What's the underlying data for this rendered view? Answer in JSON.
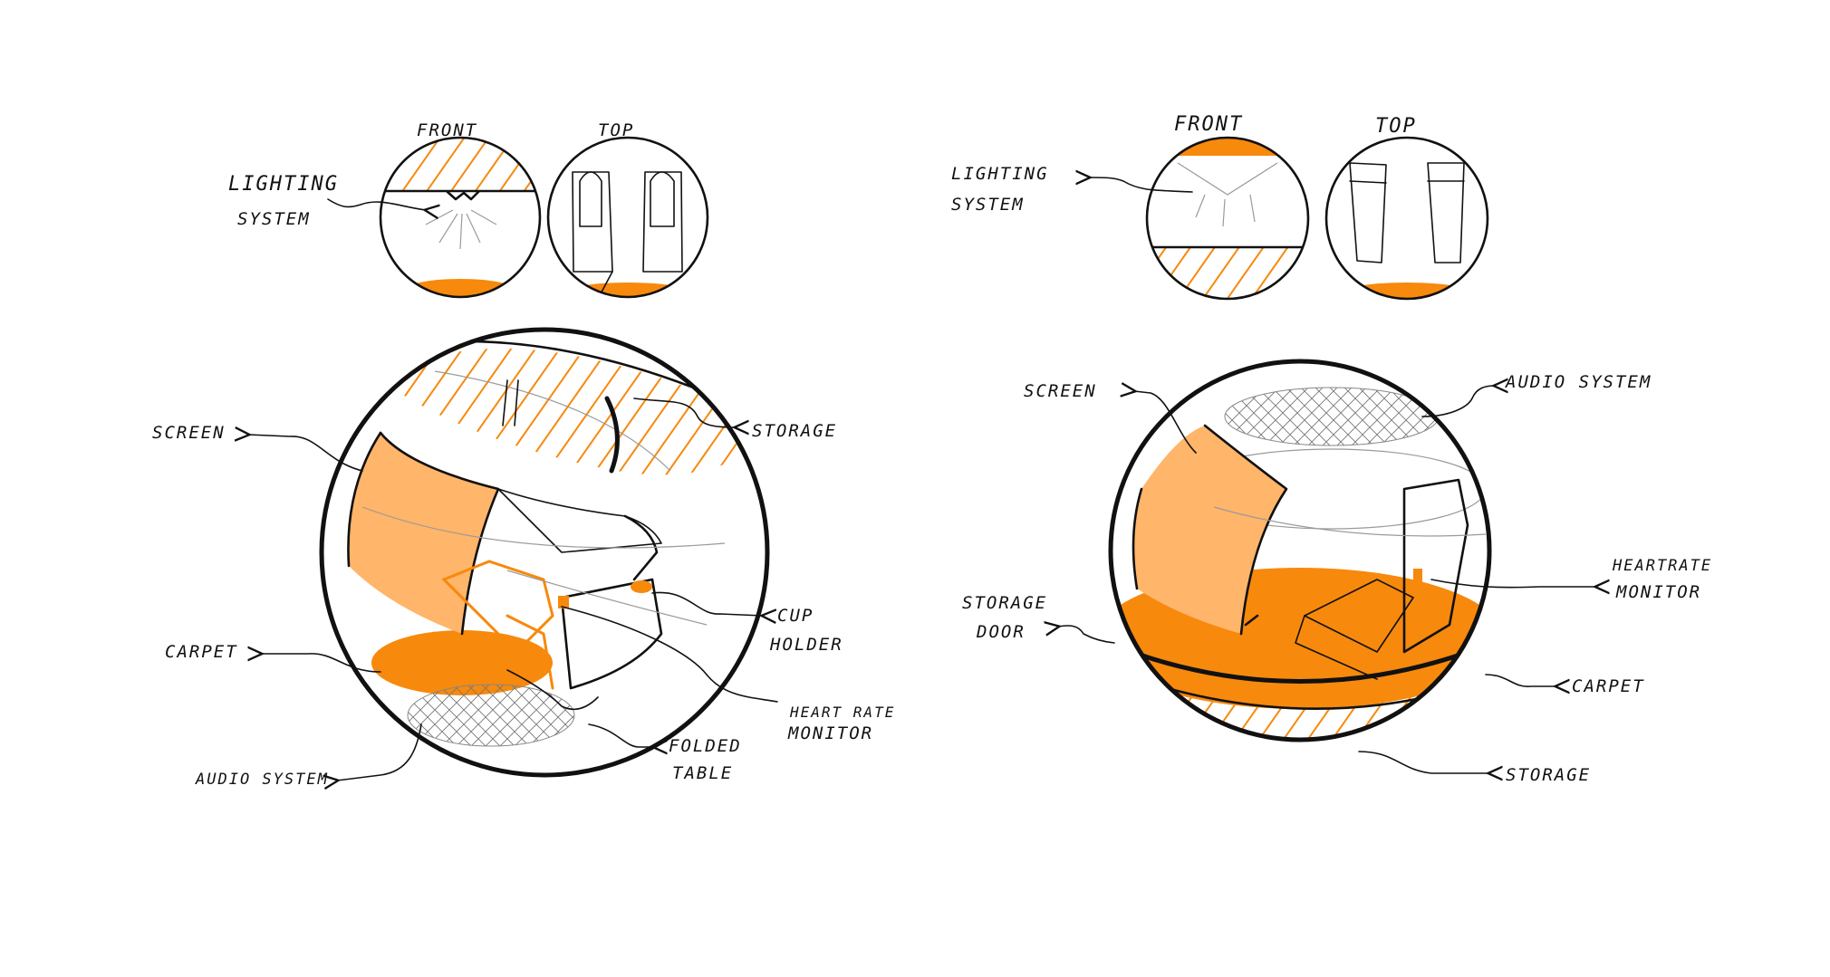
{
  "colors": {
    "accent_orange": "#f7890c",
    "peach": "#ffb56a",
    "ink": "#111111",
    "background": "#ffffff"
  },
  "left_concept": {
    "views": {
      "front": "FRONT",
      "top": "TOP"
    },
    "callouts": {
      "lighting_system_line1": "LIGHTING",
      "lighting_system_line2": "SYSTEM",
      "screen": "SCREEN",
      "storage": "STORAGE",
      "cup_holder_line1": "CUP",
      "cup_holder_line2": "HOLDER",
      "carpet": "CARPET",
      "heart_rate_monitor_line1": "HEART RATE",
      "heart_rate_monitor_line2": "MONITOR",
      "folded_table_line1": "FOLDED",
      "folded_table_line2": "TABLE",
      "audio_system": "AUDIO SYSTEM"
    }
  },
  "right_concept": {
    "views": {
      "front": "FRONT",
      "top": "TOP"
    },
    "callouts": {
      "lighting_system_line1": "LIGHTING",
      "lighting_system_line2": "SYSTEM",
      "screen": "SCREEN",
      "audio_system": "AUDIO SYSTEM",
      "heart_rate_monitor_line1": "HEARTRATE",
      "heart_rate_monitor_line2": "MONITOR",
      "storage_door_line1": "STORAGE",
      "storage_door_line2": "DOOR",
      "carpet": "CARPET",
      "storage": "STORAGE"
    }
  }
}
